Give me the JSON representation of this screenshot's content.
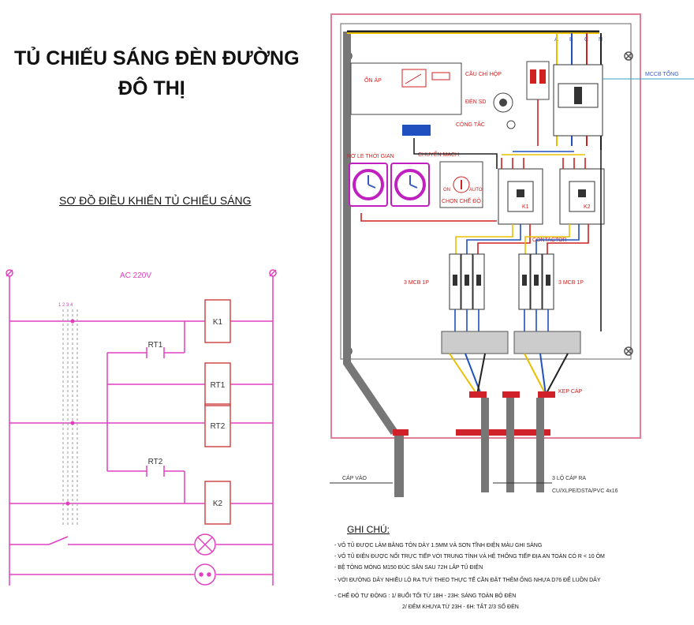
{
  "title_line1": "TỦ CHIẾU SÁNG ĐÈN ĐƯỜNG",
  "title_line2": "ĐÔ THỊ",
  "subtitle": "SƠ ĐỒ ĐIỀU KHIỂN TỦ CHIẾU SÁNG",
  "schematic": {
    "supply_label": "AC 220V",
    "wire_numbers": "1 2 3 4",
    "k1": "K1",
    "k2": "K2",
    "rt1_contact": "RT1",
    "rt1_coil": "RT1",
    "rt2_coil": "RT2",
    "rt2_contact": "RT2"
  },
  "panel": {
    "phase_labels": [
      "A",
      "B",
      "C",
      "N"
    ],
    "on_ap": "ỔN ÁP",
    "cau_chi_hop": "CẦU CHÌ HỘP",
    "den_sd": "ĐÈN SD",
    "cong_tac": "CÔNG TẮC",
    "mccb_tong": "MCCB TỔNG",
    "ro_le_thoi_gian": "RƠ LE THỜI GIAN",
    "chuyen_mach": "CHUYỂN MẠCH",
    "chon_che_do": "CHỌN CHẾ ĐỘ",
    "switch_left": "ON",
    "switch_right": "AUTO",
    "k1": "K1",
    "k2": "K2",
    "contactor": "CONTACTOR",
    "mcb_left": "3 MCB 1P",
    "mcb_right": "3 MCB 1P",
    "kep_cap": "KẸP CÁP",
    "cap_vao": "CÁP VÀO",
    "lo_cap_ra": "3 LỘ CÁP RA",
    "cable_spec": "CU/XLPE/DSTA/PVC 4x16"
  },
  "notes": {
    "title": "GHI CHÚ:",
    "lines": [
      "- VỎ TỦ ĐƯỢC LÀM BẰNG TÔN DÀY 1.5MM VÀ SƠN TĨNH ĐIỆN MÀU GHI SÁNG",
      "- VỎ TỦ ĐIỆN ĐƯỢC NỐI TRỰC TIẾP VỚI TRUNG TÍNH VÀ HỆ THỐNG TIẾP ĐỊA AN TOÀN CÓ R < 10 ÔM",
      "- BỆ TÔNG MÓNG M150 ĐÚC SẴN SAU 72H LẮP TỦ ĐIỆN",
      "- VỚI ĐƯỜNG DÂY NHIỀU LỘ RA TUỲ THEO THỰC TẾ CẦN ĐẶT THÊM ỐNG NHỰA D76 ĐỂ LUỒN DÂY",
      "- CHẾ ĐỘ TỰ ĐỘNG : 1/ BUỔI TỐI TỪ 18H - 23H: SÁNG TOÀN BỘ ĐÈN",
      "2/ ĐÊM KHUYA TỪ 23H - 6H: TẮT 2/3 SỐ ĐÈN"
    ]
  }
}
